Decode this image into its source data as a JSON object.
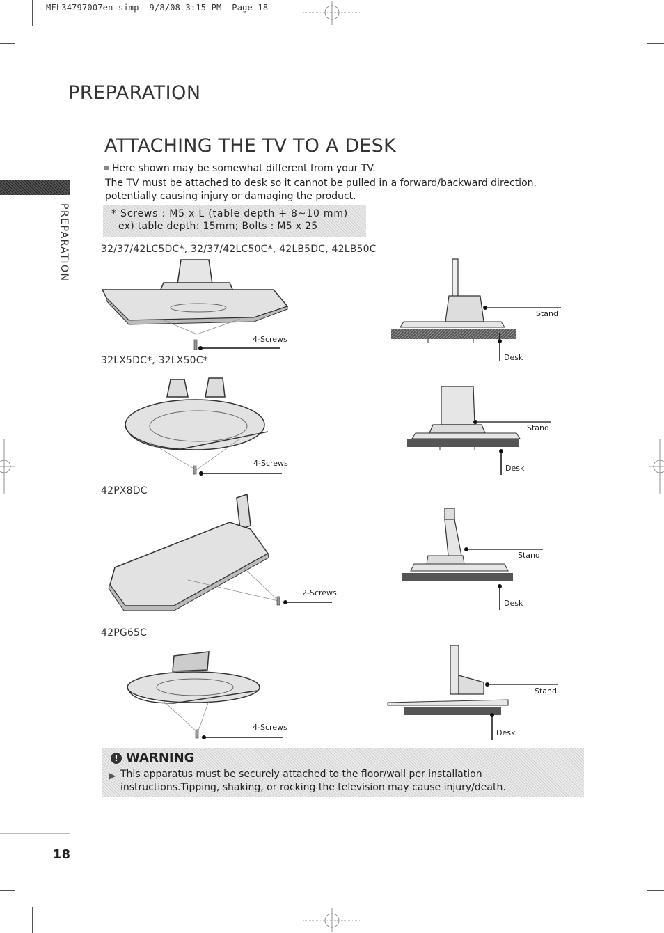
{
  "header": {
    "print_line": "MFL34797007en-simp  9/8/08 3:15 PM  Page 18"
  },
  "section_title": "PREPARATION",
  "side_tab_label": "PREPARATION",
  "main_title": "ATTACHING THE TV TO A DESK",
  "note": "Here shown may be somewhat different from your TV.",
  "body": {
    "line1": "The TV must be attached to desk so it cannot be pulled in a forward/backward direction,",
    "line2": "potentially causing injury or damaging the product."
  },
  "screw_box": {
    "line1": "* Screws : M5 x L (table depth + 8~10 mm)",
    "line2": "ex) table depth: 15mm; Bolts : M5 x 25"
  },
  "models": [
    {
      "name": "32/37/42LC5DC*, 32/37/42LC50C*, 42LB5DC, 42LB50C",
      "screws": "4-Screws",
      "stand": "Stand",
      "desk": "Desk"
    },
    {
      "name": "32LX5DC*, 32LX50C*",
      "screws": "4-Screws",
      "stand": "Stand",
      "desk": "Desk"
    },
    {
      "name": "42PX8DC",
      "screws": "2-Screws",
      "stand": "Stand",
      "desk": "Desk"
    },
    {
      "name": "42PG65C",
      "screws": "4-Screws",
      "stand": "Stand",
      "desk": "Desk"
    }
  ],
  "warning": {
    "title": "WARNING",
    "line1": "This apparatus must be securely attached to the floor/wall per installation",
    "line2": "instructions.Tipping, shaking, or rocking the television may cause injury/death."
  },
  "page_number": "18"
}
